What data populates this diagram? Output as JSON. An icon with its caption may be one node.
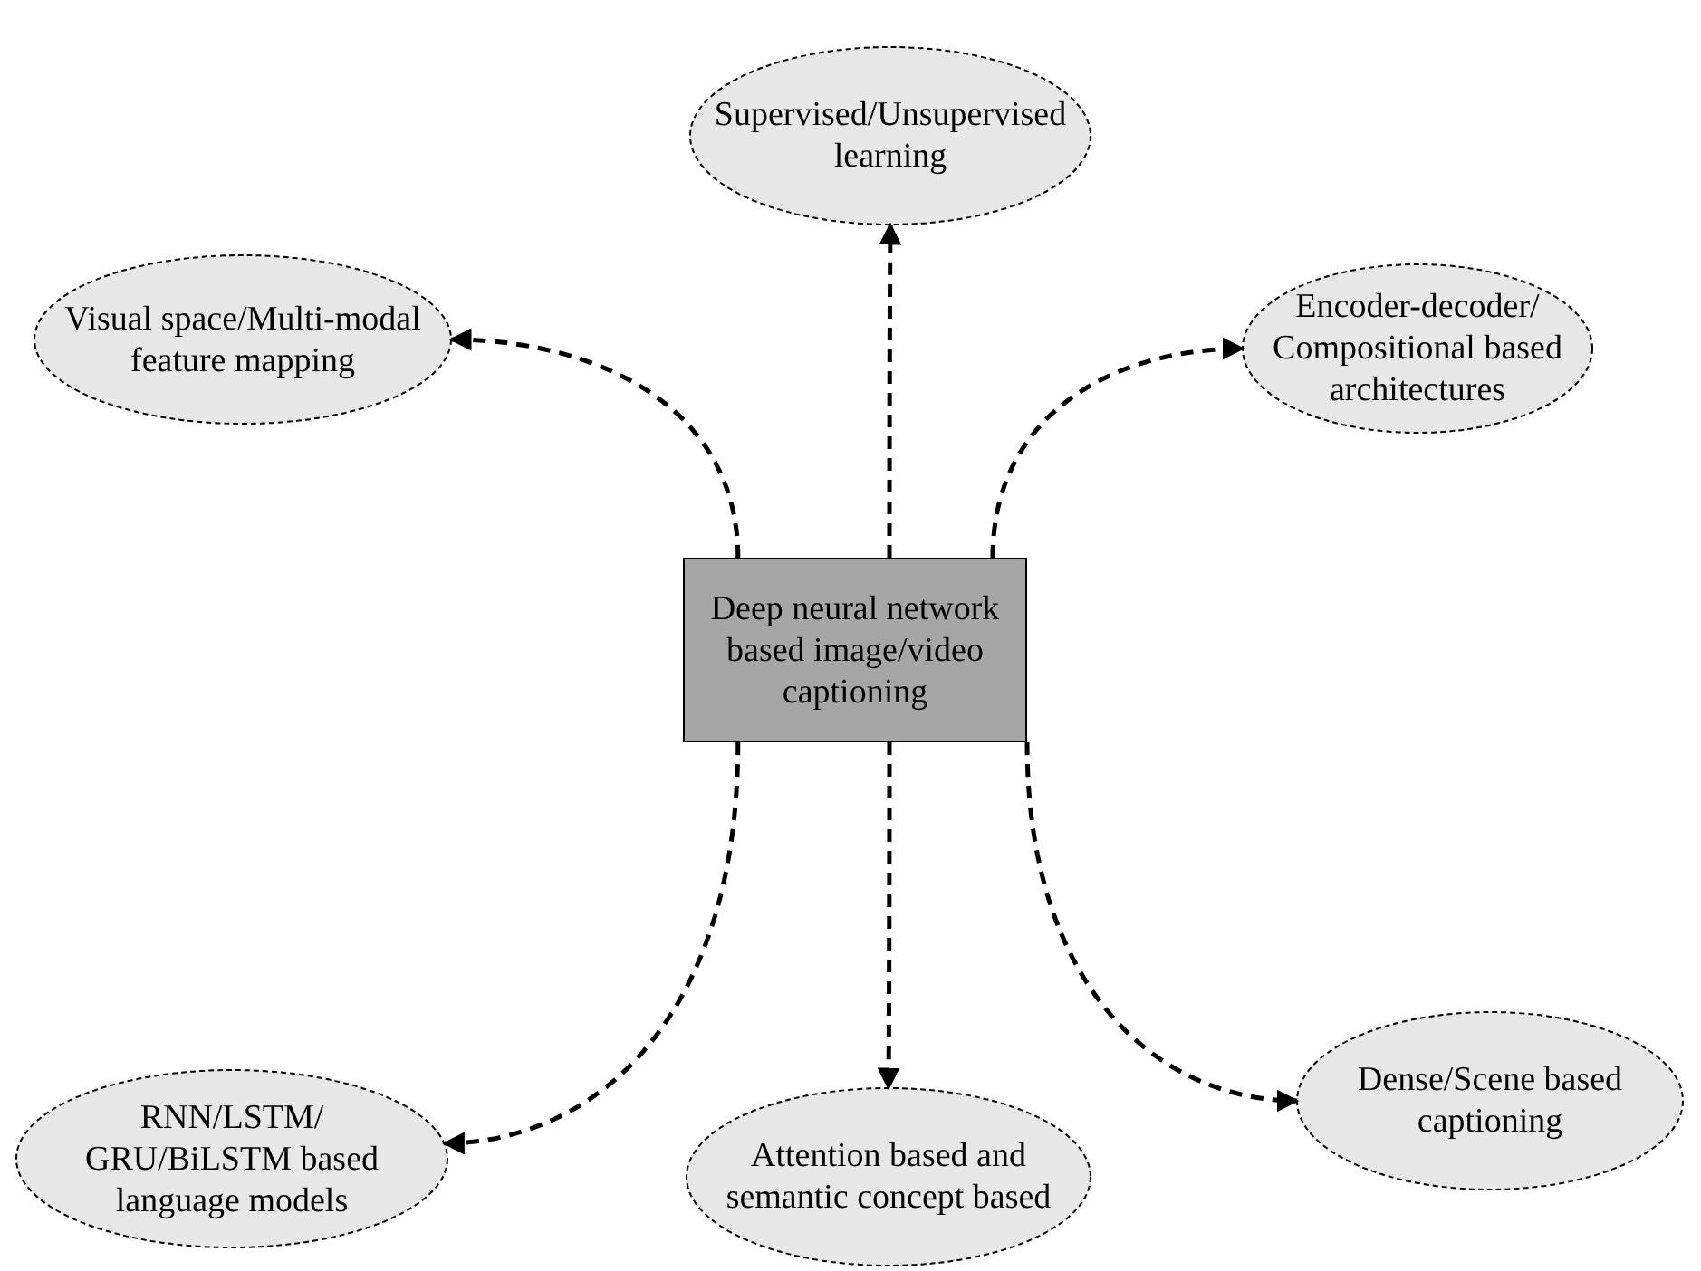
{
  "diagram": {
    "nodes": [
      {
        "text": [
          "Supervised/Unsupervised learning"
        ]
      },
      {
        "text": [
          "Visual space/Multi-modal feature mapping"
        ]
      },
      {
        "text": [
          "Encoder-decoder/ Compositional based architectures"
        ]
      },
      {
        "text": [
          "Deep neural network based image/video captioning"
        ]
      },
      {
        "text": [
          "RNN/LSTM/ GRU/BiLSTM based language models"
        ]
      },
      {
        "text": [
          "Attention based and semantic concept based"
        ]
      },
      {
        "text": [
          "Dense/Scene based captioning"
        ]
      }
    ],
    "edges": [
      {
        "from": 3,
        "to": 0,
        "arrow": "to",
        "style": "dashed"
      },
      {
        "from": 3,
        "to": 1,
        "arrow": "to",
        "style": "dashed"
      },
      {
        "from": 3,
        "to": 2,
        "arrow": "to",
        "style": "dashed"
      },
      {
        "from": 3,
        "to": 4,
        "arrow": "to",
        "style": "dashed"
      },
      {
        "from": 3,
        "to": 5,
        "arrow": "to",
        "style": "dashed"
      },
      {
        "from": 3,
        "to": 6,
        "arrow": "to",
        "style": "dashed"
      }
    ]
  }
}
